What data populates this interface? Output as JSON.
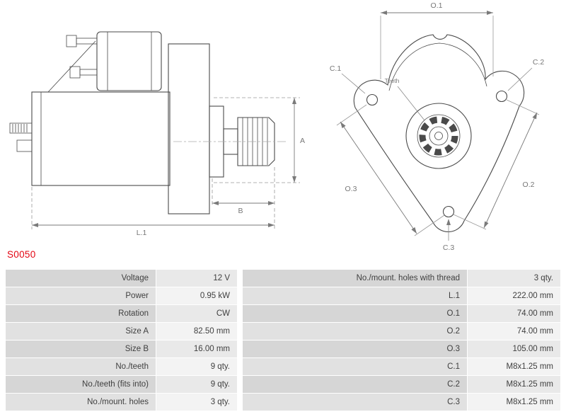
{
  "part_number": "S0050",
  "colors": {
    "brand_red": "#e30613",
    "line": "#4a4a4a",
    "dim_gray": "#7a7a7a"
  },
  "diagram": {
    "side": {
      "a": "A",
      "b": "B",
      "l1": "L.1"
    },
    "front": {
      "o1": "O.1",
      "o2": "O.2",
      "o3": "O.3",
      "c1": "C.1",
      "c2": "C.2",
      "c3": "C.3",
      "teeth": "Teeth"
    }
  },
  "spec_table": {
    "left": [
      {
        "label": "Voltage",
        "value": "12 V"
      },
      {
        "label": "Power",
        "value": "0.95 kW"
      },
      {
        "label": "Rotation",
        "value": "CW"
      },
      {
        "label": "Size A",
        "value": "82.50 mm"
      },
      {
        "label": "Size B",
        "value": "16.00 mm"
      },
      {
        "label": "No./teeth",
        "value": "9 qty."
      },
      {
        "label": "No./teeth (fits into)",
        "value": "9 qty."
      },
      {
        "label": "No./mount. holes",
        "value": "3 qty."
      }
    ],
    "right": [
      {
        "label": "No./mount. holes with thread",
        "value": "3 qty."
      },
      {
        "label": "L.1",
        "value": "222.00 mm"
      },
      {
        "label": "O.1",
        "value": "74.00 mm"
      },
      {
        "label": "O.2",
        "value": "74.00 mm"
      },
      {
        "label": "O.3",
        "value": "105.00 mm"
      },
      {
        "label": "C.1",
        "value": "M8x1.25 mm"
      },
      {
        "label": "C.2",
        "value": "M8x1.25 mm"
      },
      {
        "label": "C.3",
        "value": "M8x1.25 mm"
      }
    ]
  }
}
